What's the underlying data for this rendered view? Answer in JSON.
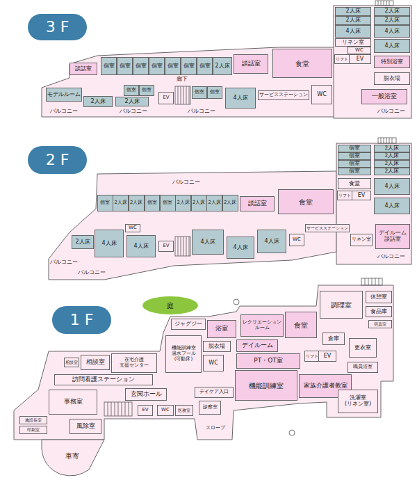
{
  "diagram": {
    "nodes": [
      {
        "text": [
          "3 F"
        ]
      },
      {
        "text": [
          "談話室"
        ]
      },
      {
        "text": [
          "個室"
        ]
      },
      {
        "text": [
          "個室"
        ]
      },
      {
        "text": [
          "個室"
        ]
      },
      {
        "text": [
          "個室"
        ]
      },
      {
        "text": [
          "個室"
        ]
      },
      {
        "text": [
          "個室"
        ]
      },
      {
        "text": [
          "個室"
        ]
      },
      {
        "text": [
          "2人床"
        ]
      },
      {
        "text": [
          "談話室"
        ]
      },
      {
        "text": [
          "食堂"
        ]
      },
      {
        "text": [
          "2人床"
        ]
      },
      {
        "text": [
          "2人床"
        ]
      },
      {
        "text": [
          "2人床"
        ]
      },
      {
        "text": [
          "2人床"
        ]
      },
      {
        "text": [
          "4人床"
        ]
      },
      {
        "text": [
          "4人床"
        ]
      },
      {
        "text": [
          "リネン室"
        ]
      },
      {
        "text": [
          "4人床"
        ]
      },
      {
        "text": [
          "WC"
        ]
      },
      {
        "text": [
          "リフト"
        ]
      },
      {
        "text": [
          "EV"
        ]
      },
      {
        "text": [
          "特別浴室"
        ]
      },
      {
        "text": [
          "脱衣場"
        ]
      },
      {
        "text": [
          "モデルルーム"
        ]
      },
      {
        "text": [
          "2人床"
        ]
      },
      {
        "text": [
          "個室"
        ]
      },
      {
        "text": [
          "個室"
        ]
      },
      {
        "text": [
          "2人床"
        ]
      },
      {
        "text": [
          "EV"
        ]
      },
      {
        "text": [
          "個室"
        ]
      },
      {
        "text": [
          "個室"
        ]
      },
      {
        "text": [
          "4人床"
        ]
      },
      {
        "text": [
          "サービスステーション"
        ]
      },
      {
        "text": [
          "WC"
        ]
      },
      {
        "text": [
          "一般浴室"
        ]
      },
      {
        "text": [
          "2 F"
        ]
      },
      {
        "text": [
          "個室"
        ]
      },
      {
        "text": [
          "2人床"
        ]
      },
      {
        "text": [
          "2人床"
        ]
      },
      {
        "text": [
          "個室"
        ]
      },
      {
        "text": [
          "個室"
        ]
      },
      {
        "text": [
          "2人床"
        ]
      },
      {
        "text": [
          "2人床"
        ]
      },
      {
        "text": [
          "2人床"
        ]
      },
      {
        "text": [
          "2人床"
        ]
      },
      {
        "text": [
          "談話室"
        ]
      },
      {
        "text": [
          "食堂"
        ]
      },
      {
        "text": [
          "個室"
        ]
      },
      {
        "text": [
          "個室"
        ]
      },
      {
        "text": [
          "個室"
        ]
      },
      {
        "text": [
          "個室"
        ]
      },
      {
        "text": [
          "2人床"
        ]
      },
      {
        "text": [
          "2人床"
        ]
      },
      {
        "text": [
          "2人床"
        ]
      },
      {
        "text": [
          "2人床"
        ]
      },
      {
        "text": [
          "食堂"
        ]
      },
      {
        "text": [
          "リフト"
        ]
      },
      {
        "text": [
          "EV"
        ]
      },
      {
        "text": [
          "4人床"
        ]
      },
      {
        "text": [
          "4人床"
        ]
      },
      {
        "text": [
          "2人床"
        ]
      },
      {
        "text": [
          "4人床"
        ]
      },
      {
        "text": [
          "WC"
        ]
      },
      {
        "text": [
          "4人床"
        ]
      },
      {
        "text": [
          "EV"
        ]
      },
      {
        "text": [
          "4人床"
        ]
      },
      {
        "text": [
          "4人床"
        ]
      },
      {
        "text": [
          "4人床"
        ]
      },
      {
        "text": [
          "WC"
        ]
      },
      {
        "text": [
          "サービスステーション"
        ]
      },
      {
        "text": [
          "リネン室"
        ]
      },
      {
        "text": [
          "デイルーム",
          "談話室"
        ]
      },
      {
        "text": [
          "1 F"
        ]
      },
      {
        "text": [
          "庭"
        ]
      },
      {
        "text": [
          "調理室"
        ]
      },
      {
        "text": [
          "休憩室"
        ]
      },
      {
        "text": [
          "食品庫"
        ]
      },
      {
        "text": [
          "宿直室"
        ]
      },
      {
        "text": [
          "ジャグジー"
        ]
      },
      {
        "text": [
          "浴室"
        ]
      },
      {
        "text": [
          "レクリエーション ルーム"
        ]
      },
      {
        "text": [
          "食堂"
        ]
      },
      {
        "text": [
          "倉庫"
        ]
      },
      {
        "text": [
          "更衣室"
        ]
      },
      {
        "text": [
          "機能訓練室",
          "温水プール (可動床)"
        ]
      },
      {
        "text": [
          "脱衣場"
        ]
      },
      {
        "text": [
          "デイルーム"
        ]
      },
      {
        "text": [
          "WC"
        ]
      },
      {
        "text": [
          "PT・OT室"
        ]
      },
      {
        "text": [
          "リフト"
        ]
      },
      {
        "text": [
          "EV"
        ]
      },
      {
        "text": [
          "職員浴室"
        ]
      },
      {
        "text": [
          "相談室"
        ]
      },
      {
        "text": [
          "相談室"
        ]
      },
      {
        "text": [
          "在宅介護 支援センター"
        ]
      },
      {
        "text": [
          "訪問看護ステーション"
        ]
      },
      {
        "text": [
          "玄関ホール"
        ]
      },
      {
        "text": [
          "事務室"
        ]
      },
      {
        "text": [
          "EV"
        ]
      },
      {
        "text": [
          "WC"
        ]
      },
      {
        "text": [
          "医務室"
        ]
      },
      {
        "text": [
          "デイケア入口"
        ]
      },
      {
        "text": [
          "診察室"
        ]
      },
      {
        "text": [
          "機能訓練室"
        ]
      },
      {
        "text": [
          "家族介護者教室"
        ]
      },
      {
        "text": [
          "洗濯室 (リネン室)"
        ]
      },
      {
        "text": [
          "施設長室"
        ]
      },
      {
        "text": [
          "印刷室"
        ]
      },
      {
        "text": [
          "風除室"
        ]
      }
    ],
    "labels": [
      "廊下",
      "バルコニー",
      "バルコニー",
      "バルコニー",
      "バルコニー",
      "バルコニー",
      "バルコニー",
      "バルコニー",
      "バルコニー",
      "スロープ",
      "車寄"
    ]
  }
}
